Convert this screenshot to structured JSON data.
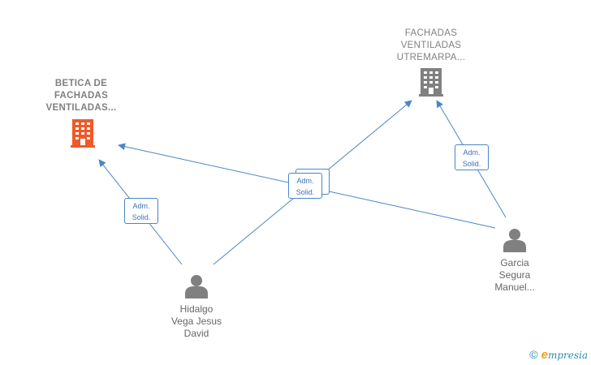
{
  "nodes": {
    "betica": {
      "lines": [
        "BETICA DE",
        "FACHADAS",
        "VENTILADAS..."
      ],
      "icon": "building-icon",
      "color": "#f05a28"
    },
    "utremarpa": {
      "lines": [
        "FACHADAS",
        "VENTILADAS",
        "UTREMARPA..."
      ],
      "icon": "building-icon",
      "color": "#808080"
    },
    "hidalgo": {
      "lines": [
        "Hidalgo",
        "Vega Jesus",
        "David"
      ],
      "icon": "person-icon"
    },
    "garcia": {
      "lines": [
        "Garcia",
        "Segura",
        "Manuel..."
      ],
      "icon": "person-icon"
    }
  },
  "edge_label": {
    "line1": "Adm.",
    "line2": "Solid."
  },
  "edges": [
    {
      "from": "hidalgo",
      "to": "betica",
      "label": "Adm. Solid."
    },
    {
      "from": "hidalgo",
      "to": "utremarpa",
      "label": "Adm. Solid."
    },
    {
      "from": "garcia",
      "to": "betica",
      "label": "Adm. Solid."
    },
    {
      "from": "garcia",
      "to": "utremarpa",
      "label": "Adm. Solid."
    }
  ],
  "footer": {
    "copyright": "©",
    "brand_initial": "e",
    "brand_rest": "mpresia"
  },
  "colors": {
    "edge": "#4a86c8",
    "person": "#808080"
  }
}
